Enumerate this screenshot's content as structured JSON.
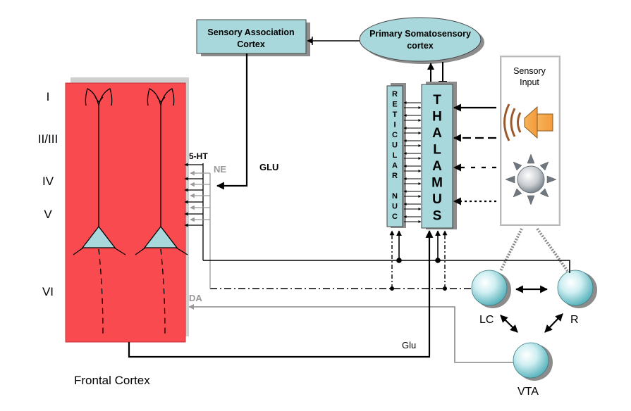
{
  "cortex": {
    "layers": [
      "I",
      "II/III",
      "IV",
      "V",
      "VI"
    ],
    "caption": "Frontal Cortex",
    "color": "#f84a4f"
  },
  "boxes": {
    "sensory_association": [
      "Sensory Association",
      "Cortex"
    ],
    "primary_somatosensory": [
      "Primary Somatosensory",
      "cortex"
    ],
    "sensory_input": [
      "Sensory",
      "Input"
    ],
    "reticular_letters": [
      "R",
      "E",
      "T",
      "I",
      "C",
      "U",
      "L",
      "A",
      "R",
      "",
      "N",
      "U",
      "C"
    ],
    "thalamus_letters": [
      "T",
      "H",
      "A",
      "L",
      "A",
      "M",
      "U",
      "S"
    ],
    "box_fill": "#a8d8dc"
  },
  "transmitters": {
    "ht": "5-HT",
    "ne": "NE",
    "glu_upper": "GLU",
    "da": "DA",
    "glu_lower": "Glu"
  },
  "nuclei": {
    "lc": "LC",
    "r": "R",
    "vta": "VTA"
  }
}
